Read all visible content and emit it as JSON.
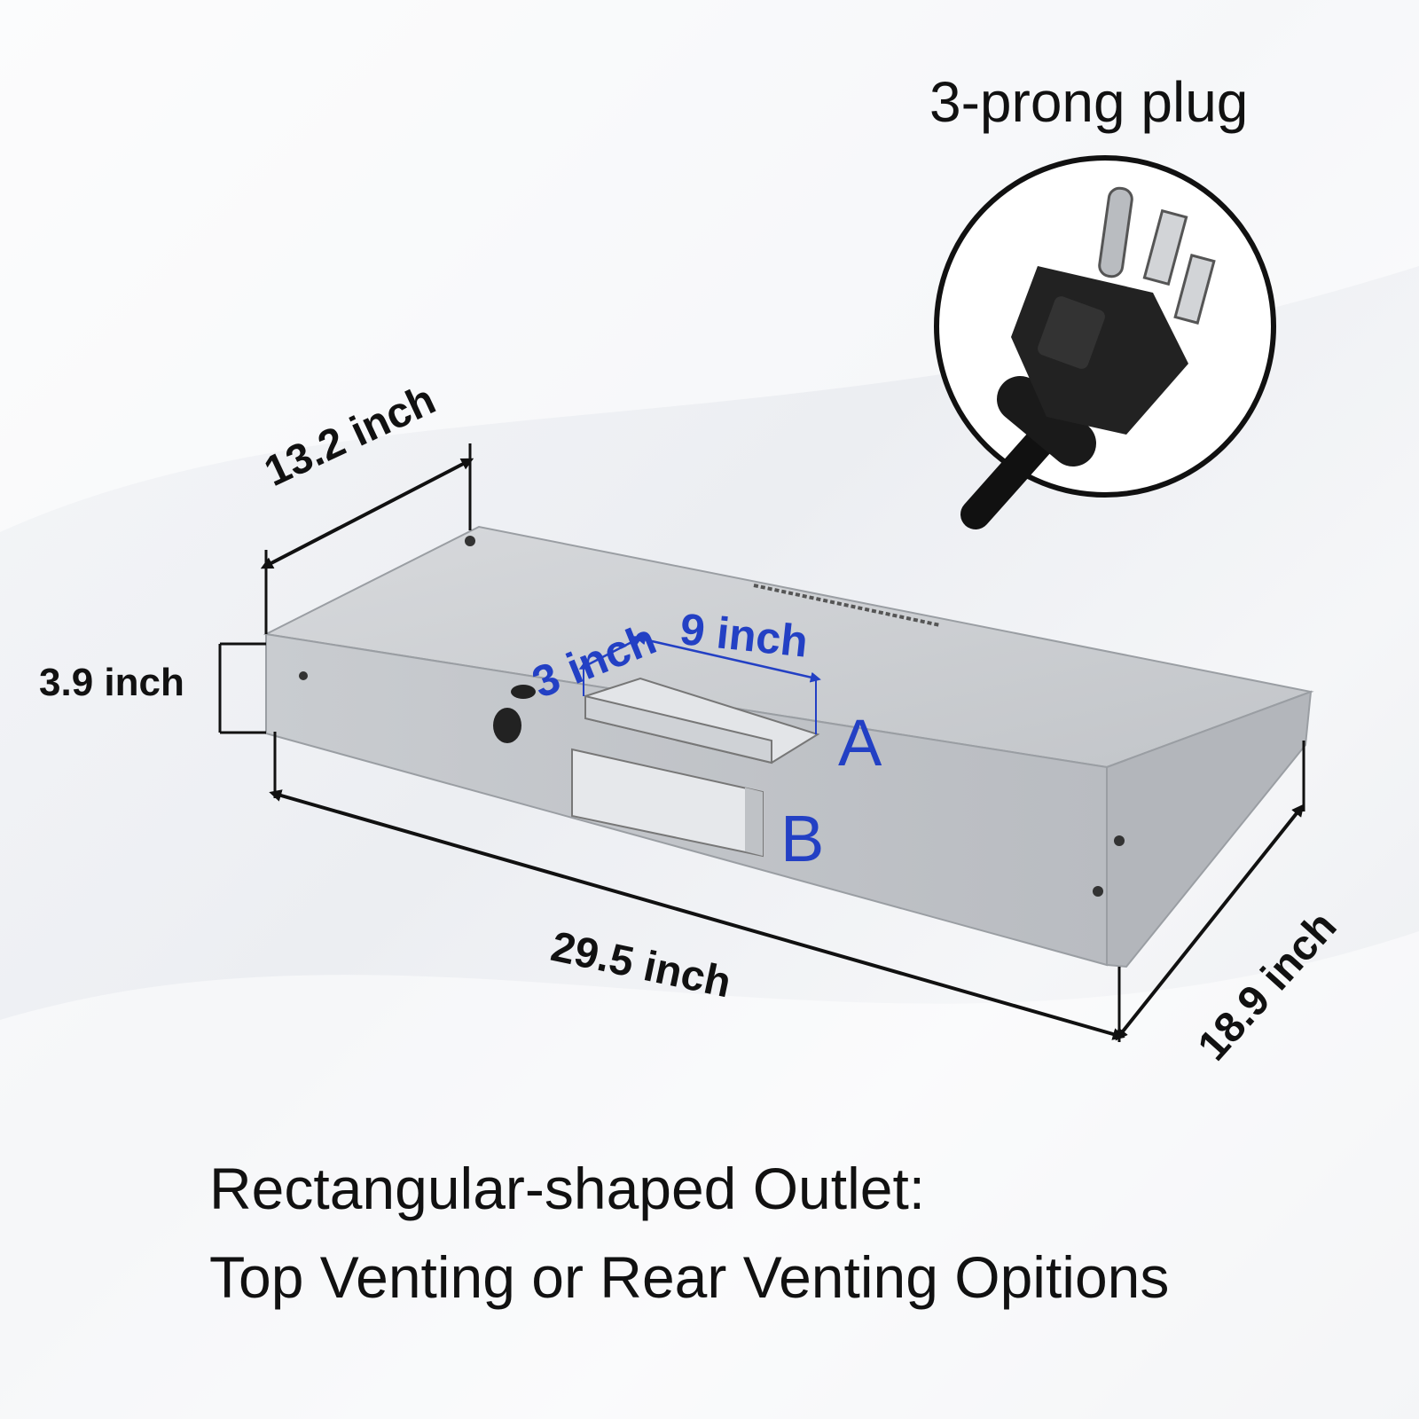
{
  "plug": {
    "title": "3-prong plug",
    "icon": "plug-icon"
  },
  "dimensions": {
    "width_top": "13.2 inch",
    "height": "3.9 inch",
    "length": "29.5 inch",
    "depth": "18.9 inch",
    "outlet_width": "3 inch",
    "outlet_length": "9 inch"
  },
  "ports": {
    "a": "A",
    "b": "B"
  },
  "caption": {
    "line1": "Rectangular-shaped Outlet:",
    "line2": "Top Venting or Rear Venting Opitions"
  },
  "colors": {
    "accent_blue": "#2340c4",
    "text": "#111111",
    "steel": "#c8cbcf"
  }
}
